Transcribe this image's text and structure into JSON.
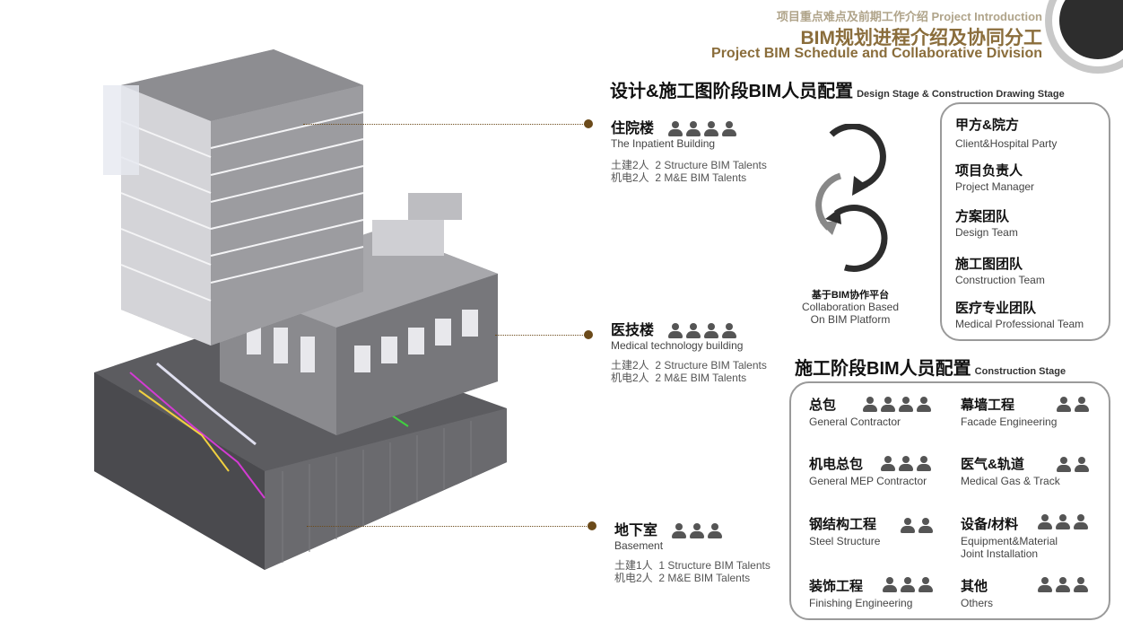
{
  "header": {
    "breadcrumb": "项目重点难点及前期工作介绍 Project Introduction",
    "title": "BIM规划进程介绍及协同分工",
    "subtitle": "Project BIM Schedule and Collaborative Division"
  },
  "design_stage": {
    "title": "设计&施工图阶段BIM人员配置",
    "title_en": "Design Stage & Construction Drawing Stage",
    "buildings": [
      {
        "name": "住院楼",
        "name_en": "The Inpatient Building",
        "people": 4,
        "line1": "土建2人  2 Structure BIM Talents",
        "line2": "机电2人  2 M&E BIM Talents"
      },
      {
        "name": "医技楼",
        "name_en": "Medical technology building",
        "people": 4,
        "line1": "土建2人  2 Structure BIM Talents",
        "line2": "机电2人  2 M&E BIM Talents"
      },
      {
        "name": "地下室",
        "name_en": "Basement",
        "people": 3,
        "line1": "土建1人  1 Structure BIM Talents",
        "line2": "机电2人  2 M&E BIM Talents"
      }
    ],
    "platform": {
      "zh": "基于BIM协作平台",
      "en1": "Collaboration Based",
      "en2": "On BIM Platform"
    },
    "parties": [
      {
        "zh": "甲方&院方",
        "en": "Client&Hospital Party"
      },
      {
        "zh": "项目负责人",
        "en": "Project Manager"
      },
      {
        "zh": "方案团队",
        "en": "Design Team"
      },
      {
        "zh": "施工图团队",
        "en": "Construction Team"
      },
      {
        "zh": "医疗专业团队",
        "en": "Medical Professional Team"
      }
    ]
  },
  "construction_stage": {
    "title": "施工阶段BIM人员配置",
    "title_en": "Construction Stage",
    "items": [
      {
        "zh": "总包",
        "en": "General Contractor",
        "people": 4
      },
      {
        "zh": "幕墙工程",
        "en": "Facade Engineering",
        "people": 2
      },
      {
        "zh": "机电总包",
        "en": "General MEP Contractor",
        "people": 3
      },
      {
        "zh": "医气&轨道",
        "en": "Medical Gas & Track",
        "people": 2
      },
      {
        "zh": "钢结构工程",
        "en": "Steel Structure",
        "people": 2
      },
      {
        "zh": "设备/材料",
        "en": "Equipment&Material Joint Installation",
        "people": 3
      },
      {
        "zh": "装饰工程",
        "en": "Finishing Engineering",
        "people": 3
      },
      {
        "zh": "其他",
        "en": "Others",
        "people": 3
      }
    ]
  },
  "colors": {
    "accent": "#8a6d3b",
    "leader": "#6b4a1a",
    "icon": "#555555",
    "box_border": "#9a9a9a"
  }
}
